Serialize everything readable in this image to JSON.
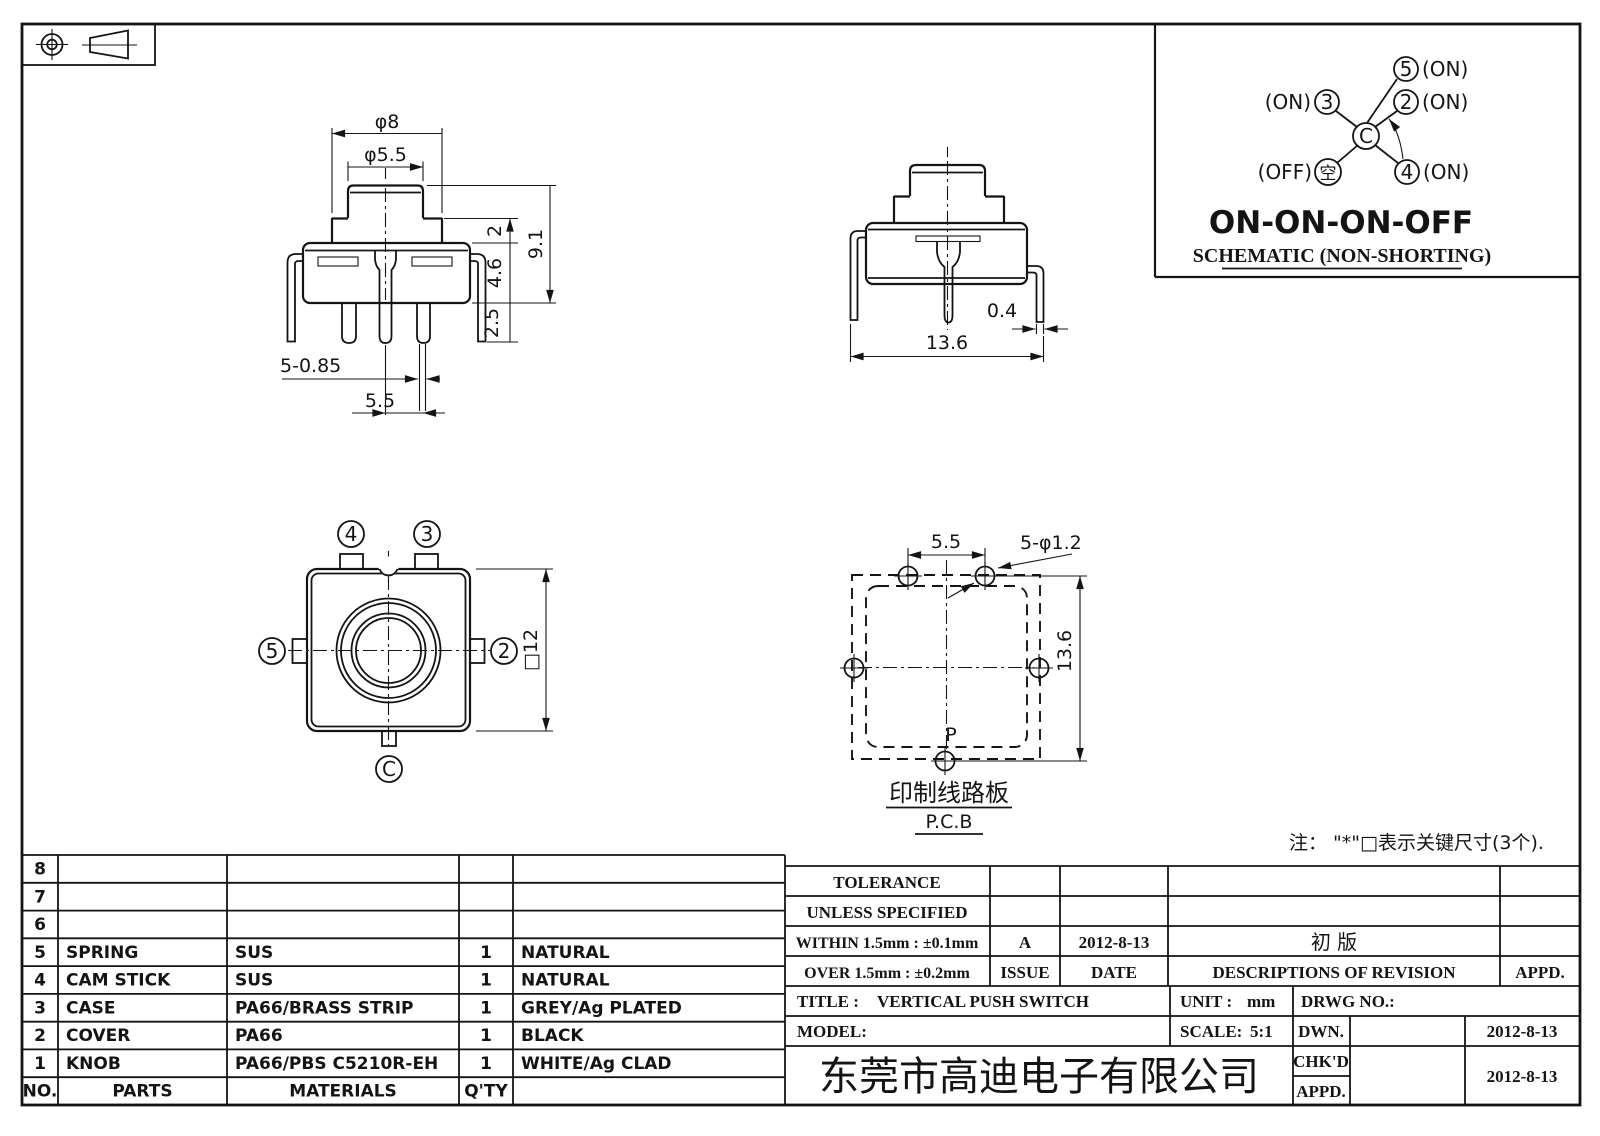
{
  "views": {
    "front": {
      "dia_cover": "φ8",
      "dia_knob": "φ5.5",
      "step_h": "2",
      "total_h": "9.1",
      "body_h": "4.6",
      "leg_h": "2.5",
      "pin_w": "5-0.85",
      "pin_pitch": "5.5"
    },
    "side": {
      "leg_t": "0.4",
      "width": "13.6"
    },
    "top": {
      "t4": "4",
      "t3": "3",
      "t5": "5",
      "t2": "2",
      "tc": "C",
      "size": "□12"
    },
    "pcb": {
      "pitch": "5.5",
      "holes": "5-φ1.2",
      "height": "13.6",
      "p": "P",
      "caption_cn": "印制线路板",
      "caption_en": "P.C.B"
    }
  },
  "schematic": {
    "n5": "5",
    "n2": "2",
    "n3": "3",
    "n4": "4",
    "c": "C",
    "off": "空",
    "on_state": "(ON)",
    "off_state": "(OFF)",
    "title": "ON-ON-ON-OFF",
    "subtitle": "SCHEMATIC (NON-SHORTING)"
  },
  "note": "注： \"*\"□表示关键尺寸(3个).",
  "parts": {
    "headers": {
      "no": "NO.",
      "parts": "PARTS",
      "materials": "MATERIALS",
      "qty": "Q'TY",
      "finish": ""
    },
    "rows": [
      {
        "no": "8",
        "parts": "",
        "materials": "",
        "qty": "",
        "finish": ""
      },
      {
        "no": "7",
        "parts": "",
        "materials": "",
        "qty": "",
        "finish": ""
      },
      {
        "no": "6",
        "parts": "",
        "materials": "",
        "qty": "",
        "finish": ""
      },
      {
        "no": "5",
        "parts": "SPRING",
        "materials": "SUS",
        "qty": "1",
        "finish": "NATURAL"
      },
      {
        "no": "4",
        "parts": "CAM STICK",
        "materials": "SUS",
        "qty": "1",
        "finish": "NATURAL"
      },
      {
        "no": "3",
        "parts": "CASE",
        "materials": "PA66/BRASS STRIP",
        "qty": "1",
        "finish": "GREY/Ag PLATED"
      },
      {
        "no": "2",
        "parts": "COVER",
        "materials": "PA66",
        "qty": "1",
        "finish": "BLACK"
      },
      {
        "no": "1",
        "parts": "KNOB",
        "materials": "PA66/PBS C5210R-EH",
        "qty": "1",
        "finish": "WHITE/Ag CLAD"
      }
    ]
  },
  "tolerance": {
    "title": "TOLERANCE",
    "subtitle": "UNLESS  SPECIFIED",
    "within": "WITHIN 1.5mm : ±0.1mm",
    "over": "OVER 1.5mm : ±0.2mm",
    "issue_value": "A",
    "issue_label": "ISSUE",
    "date_value": "2012-8-13",
    "date_label": "DATE",
    "revision": "初  版",
    "revision_header": "DESCRIPTIONS OF REVISION",
    "appd_header": "APPD."
  },
  "titleblock": {
    "title_label": "TITLE :",
    "title_value": "VERTICAL PUSH SWITCH",
    "unit_label": "UNIT :",
    "unit_value": "mm",
    "drwg_label": "DRWG NO.:",
    "model_label": "MODEL:",
    "scale_label": "SCALE:",
    "scale_value": "5:1",
    "dwn_label": "DWN.",
    "dwn_date": "2012-8-13",
    "chkd_label": "CHK'D",
    "chkd_date": "2012-8-13",
    "appd_label": "APPD.",
    "company": "东莞市高迪电子有限公司"
  }
}
